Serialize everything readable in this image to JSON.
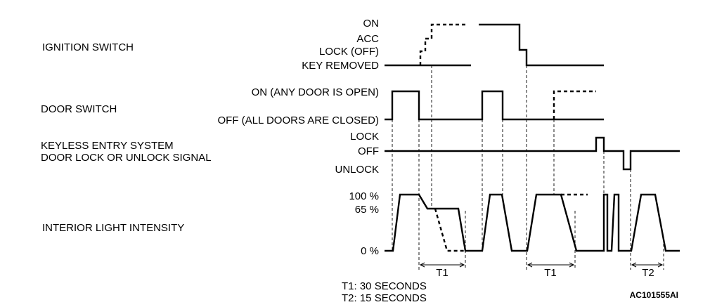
{
  "signals": {
    "ignition": {
      "name": "IGNITION SWITCH",
      "states": [
        "ON",
        "ACC",
        "LOCK (OFF)",
        "KEY REMOVED"
      ]
    },
    "door": {
      "name": "DOOR SWITCH",
      "states": [
        "ON (ANY DOOR IS OPEN)",
        "OFF (ALL DOORS ARE CLOSED)"
      ]
    },
    "keyless": {
      "name_line1": "KEYLESS ENTRY SYSTEM",
      "name_line2": "DOOR LOCK OR UNLOCK SIGNAL",
      "states": [
        "LOCK",
        "OFF",
        "UNLOCK"
      ]
    },
    "light": {
      "name": "INTERIOR LIGHT INTENSITY",
      "levels": [
        "100 %",
        "65 %",
        "0 %"
      ]
    }
  },
  "intervals": {
    "t1_label": "T1",
    "t2_label": "T2"
  },
  "notes": {
    "t1": "T1: 30 SECONDS",
    "t2": "T2: 15 SECONDS"
  },
  "figure_ref": "AC101555AI"
}
